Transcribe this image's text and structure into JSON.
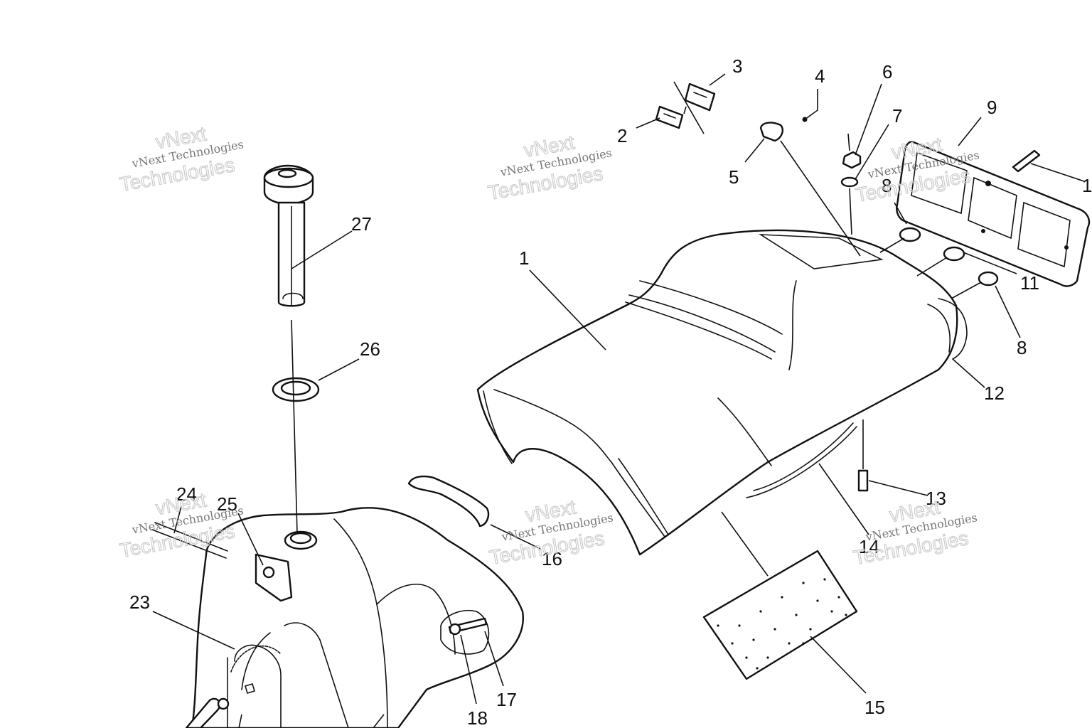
{
  "watermark": {
    "line1": "vNext Technologies",
    "line2": "vNext",
    "line3": "Technologies"
  },
  "callouts": [
    {
      "id": "1a",
      "text": "1"
    },
    {
      "id": "1b",
      "text": "1"
    },
    {
      "id": "2",
      "text": "2"
    },
    {
      "id": "3",
      "text": "3"
    },
    {
      "id": "4",
      "text": "4"
    },
    {
      "id": "5",
      "text": "5"
    },
    {
      "id": "6",
      "text": "6"
    },
    {
      "id": "7",
      "text": "7"
    },
    {
      "id": "8a",
      "text": "8"
    },
    {
      "id": "8b",
      "text": "8"
    },
    {
      "id": "9",
      "text": "9"
    },
    {
      "id": "11",
      "text": "11"
    },
    {
      "id": "12",
      "text": "12"
    },
    {
      "id": "13",
      "text": "13"
    },
    {
      "id": "14",
      "text": "14"
    },
    {
      "id": "15",
      "text": "15"
    },
    {
      "id": "16",
      "text": "16"
    },
    {
      "id": "17",
      "text": "17"
    },
    {
      "id": "18",
      "text": "18"
    },
    {
      "id": "23",
      "text": "23"
    },
    {
      "id": "24",
      "text": "24"
    },
    {
      "id": "25",
      "text": "25"
    },
    {
      "id": "26",
      "text": "26"
    },
    {
      "id": "27",
      "text": "27"
    }
  ]
}
